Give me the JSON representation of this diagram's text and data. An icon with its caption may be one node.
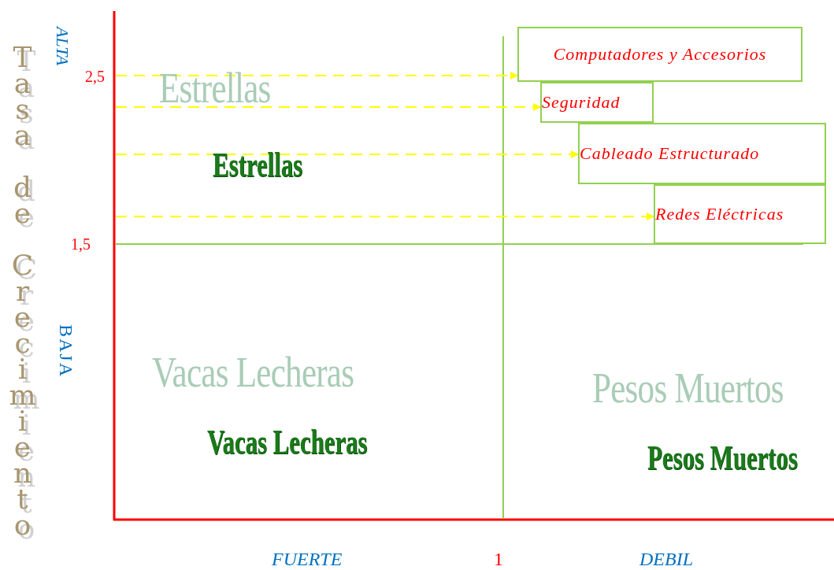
{
  "diagram": {
    "nodes": [
      {
        "text": [
          "Computadores y Accesorios"
        ]
      },
      {
        "text": [
          "Seguridad"
        ]
      },
      {
        "text": [
          "Cableado Estructurado"
        ]
      },
      {
        "text": [
          "Redes Eléctricas"
        ]
      }
    ],
    "edges": [
      {
        "from": null,
        "to": 0,
        "arrow": "to",
        "style": "dashed"
      },
      {
        "from": null,
        "to": 1,
        "arrow": "to",
        "style": "dashed"
      },
      {
        "from": null,
        "to": 2,
        "arrow": "to",
        "style": "dashed"
      },
      {
        "from": null,
        "to": 3,
        "arrow": "to",
        "style": "dashed"
      }
    ],
    "labels": [
      "Tasa de Crecimiento",
      "ALTA",
      "2,5",
      "Estrellas",
      "Estrellas",
      "1,5",
      "BAJA",
      "Vacas Lecheras",
      "Pesos Muertos",
      "Vacas Lecheras",
      "Pesos Muertos",
      "FUERTE",
      "1",
      "DEBIL"
    ]
  }
}
